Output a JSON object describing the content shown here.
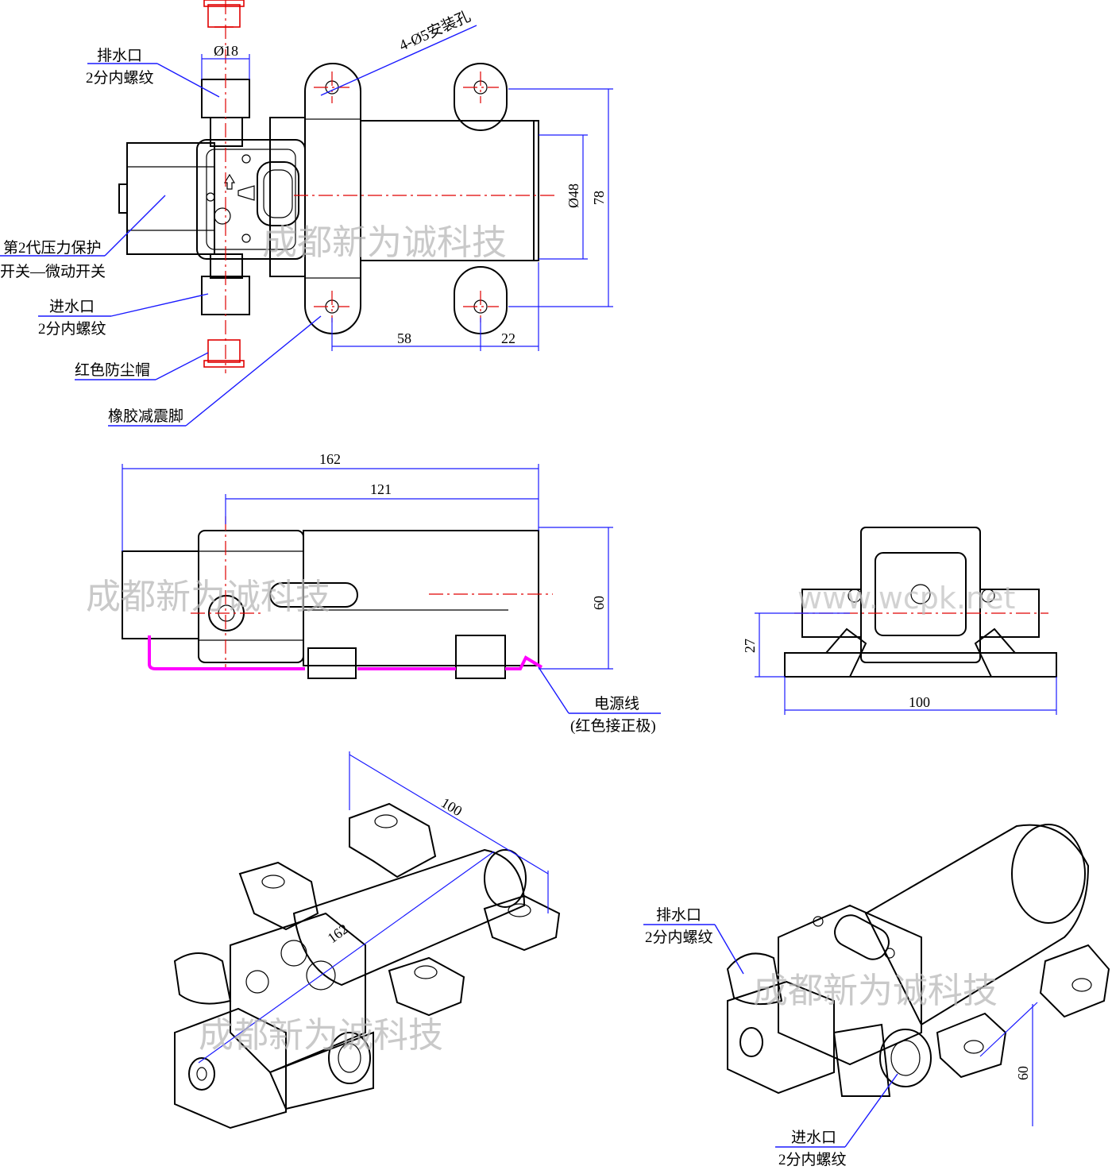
{
  "labels": {
    "outlet_top": [
      "排水口",
      "2分内螺纹"
    ],
    "pressure_switch": [
      "第2代压力保护",
      "开关—微动开关"
    ],
    "inlet_top": [
      "进水口",
      "2分内螺纹"
    ],
    "dust_cap": "红色防尘帽",
    "rubber_feet": "橡胶减震脚",
    "mount_holes": "4-Ø5安装孔",
    "power_line": [
      "电源线",
      "(红色接正极)"
    ],
    "outlet_iso": [
      "排水口",
      "2分内螺纹"
    ],
    "inlet_iso": [
      "进水口",
      "2分内螺纹"
    ]
  },
  "dimensions": {
    "port_dia": "Ø18",
    "motor_dia": "Ø48",
    "foot_span_height": "78",
    "hole_spacing": "58",
    "motor_end_offset": "22",
    "total_length": "162",
    "body_length": "121",
    "side_height": "60",
    "end_height": "27",
    "end_width": "100",
    "iso_length": "162",
    "iso_width": "100",
    "iso_height": "60"
  },
  "watermarks": {
    "company": "成都新为诚科技",
    "site": "www.wcpk.net"
  },
  "colors": {
    "dimension": "#1a1aff",
    "centerline": "#e00000",
    "power_wire": "#ff00ff",
    "outline": "#000000"
  }
}
